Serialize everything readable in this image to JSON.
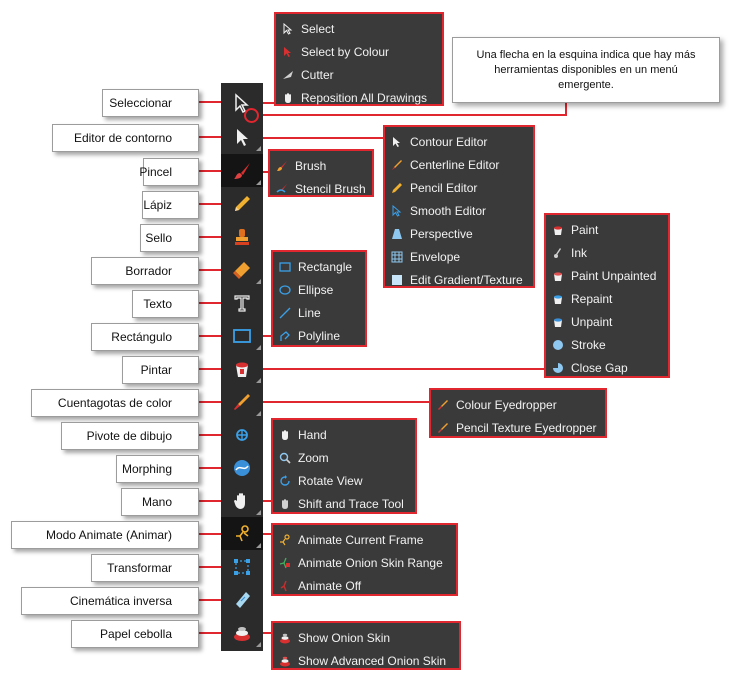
{
  "note": "Una flecha en la esquina indica que hay más herramientas disponibles en un menú emergente.",
  "tools": [
    {
      "label": "Seleccionar",
      "icon": "select-arrow-icon"
    },
    {
      "label": "Editor de contorno",
      "icon": "contour-editor-arrow-icon"
    },
    {
      "label": "Pincel",
      "icon": "brush-icon"
    },
    {
      "label": "Lápiz",
      "icon": "pencil-icon"
    },
    {
      "label": "Sello",
      "icon": "stamp-icon"
    },
    {
      "label": "Borrador",
      "icon": "eraser-icon"
    },
    {
      "label": "Texto",
      "icon": "text-icon"
    },
    {
      "label": "Rectángulo",
      "icon": "rectangle-icon"
    },
    {
      "label": "Pintar",
      "icon": "paint-bucket-icon"
    },
    {
      "label": "Cuentagotas de color",
      "icon": "eyedropper-icon"
    },
    {
      "label": "Pivote de dibujo",
      "icon": "pivot-icon"
    },
    {
      "label": "Morphing",
      "icon": "morphing-icon"
    },
    {
      "label": "Mano",
      "icon": "hand-icon"
    },
    {
      "label": "Modo Animate (Animar)",
      "icon": "animate-mode-icon"
    },
    {
      "label": "Transformar",
      "icon": "transform-icon"
    },
    {
      "label": "Cinemática inversa",
      "icon": "inverse-kinematics-icon"
    },
    {
      "label": "Papel cebolla",
      "icon": "onion-skin-icon"
    }
  ],
  "popups": {
    "select": [
      "Select",
      "Select by Colour",
      "Cutter",
      "Reposition All Drawings"
    ],
    "contour": [
      "Contour Editor",
      "Centerline Editor",
      "Pencil Editor",
      "Smooth Editor",
      "Perspective",
      "Envelope",
      "Edit Gradient/Texture"
    ],
    "brush": [
      "Brush",
      "Stencil Brush"
    ],
    "shapes": [
      "Rectangle",
      "Ellipse",
      "Line",
      "Polyline"
    ],
    "paint": [
      "Paint",
      "Ink",
      "Paint Unpainted",
      "Repaint",
      "Unpaint",
      "Stroke",
      "Close Gap"
    ],
    "eyedropper": [
      "Colour Eyedropper",
      "Pencil Texture Eyedropper"
    ],
    "hand": [
      "Hand",
      "Zoom",
      "Rotate View",
      "Shift and Trace Tool"
    ],
    "animate": [
      "Animate Current Frame",
      "Animate Onion Skin Range",
      "Animate Off"
    ],
    "onion": [
      "Show Onion Skin",
      "Show Advanced Onion Skin"
    ]
  },
  "colors": {
    "callout_red": "#e0262e",
    "toolbar_bg": "#2b2b2b",
    "popup_bg": "#3a3a3a"
  }
}
